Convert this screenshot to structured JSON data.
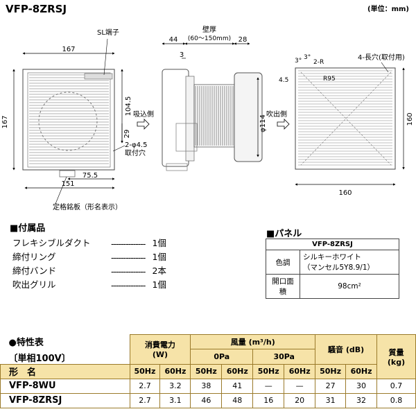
{
  "title": "VFP-8ZRSJ",
  "unit": "(単位：mm)",
  "drawing": {
    "front": {
      "dim_width": "167",
      "dim_height": "167",
      "dim_151": "151",
      "dim_75_5": "75.5",
      "dim_104_5": "104.5",
      "dim_29": "29",
      "sl_label": "SL端子",
      "hole_label_1": "2-φ4.5",
      "hole_label_2": "取付穴",
      "plate_label": "定格銘板（形名表示）",
      "intake_label": "吸込側"
    },
    "side": {
      "wall_label": "壁厚",
      "wall_range": "(60〜150mm)",
      "dim_44": "44",
      "dim_28": "28",
      "dim_3": "3",
      "dim_114": "φ114",
      "outlet_label": "吹出側"
    },
    "back": {
      "dim_160_w": "160",
      "dim_160_h": "160",
      "slot_label": "4-長穴(取付用)",
      "dim_3deg_a": "3°",
      "dim_3deg_b": "3°",
      "dim_2R": "2-R",
      "dim_R95": "R95",
      "dim_4_5": "4.5"
    }
  },
  "accessories": {
    "heading": "■付属品",
    "items": [
      {
        "name": "フレキシブルダクト",
        "qty": "1個"
      },
      {
        "name": "締付リング",
        "qty": "1個"
      },
      {
        "name": "締付バンド",
        "qty": "2本"
      },
      {
        "name": "吹出グリル",
        "qty": "1個"
      }
    ],
    "leader": "------------------------------"
  },
  "panel": {
    "heading": "■パネル",
    "model": "VFP-8ZRSJ",
    "color_label": "色調",
    "color_value_1": "シルキーホワイト",
    "color_value_2": "（マンセル5Y8.9/1）",
    "area_label": "開口面積",
    "area_value": "98cm²"
  },
  "spec": {
    "title": "●特性表",
    "subtitle": "〔単相100V〕",
    "power_label": "消費電力",
    "power_unit": "(W)",
    "airflow_label": "風量 (m³/h)",
    "noise_label": "騒音 (dB)",
    "mass_label": "質量",
    "mass_unit": "(kg)",
    "pa0": "0Pa",
    "pa30": "30Pa",
    "model_label": "形　名",
    "hz50": "50Hz",
    "hz60": "60Hz",
    "rows": [
      {
        "model": "VFP-8WU",
        "p50": "2.7",
        "p60": "3.2",
        "a0_50": "38",
        "a0_60": "41",
        "a30_50": "—",
        "a30_60": "—",
        "n50": "27",
        "n60": "30",
        "mass": "0.7"
      },
      {
        "model": "VFP-8ZRSJ",
        "p50": "2.7",
        "p60": "3.1",
        "a0_50": "46",
        "a0_60": "48",
        "a30_50": "16",
        "a30_60": "20",
        "n50": "31",
        "n60": "32",
        "mass": "0.8"
      }
    ]
  }
}
